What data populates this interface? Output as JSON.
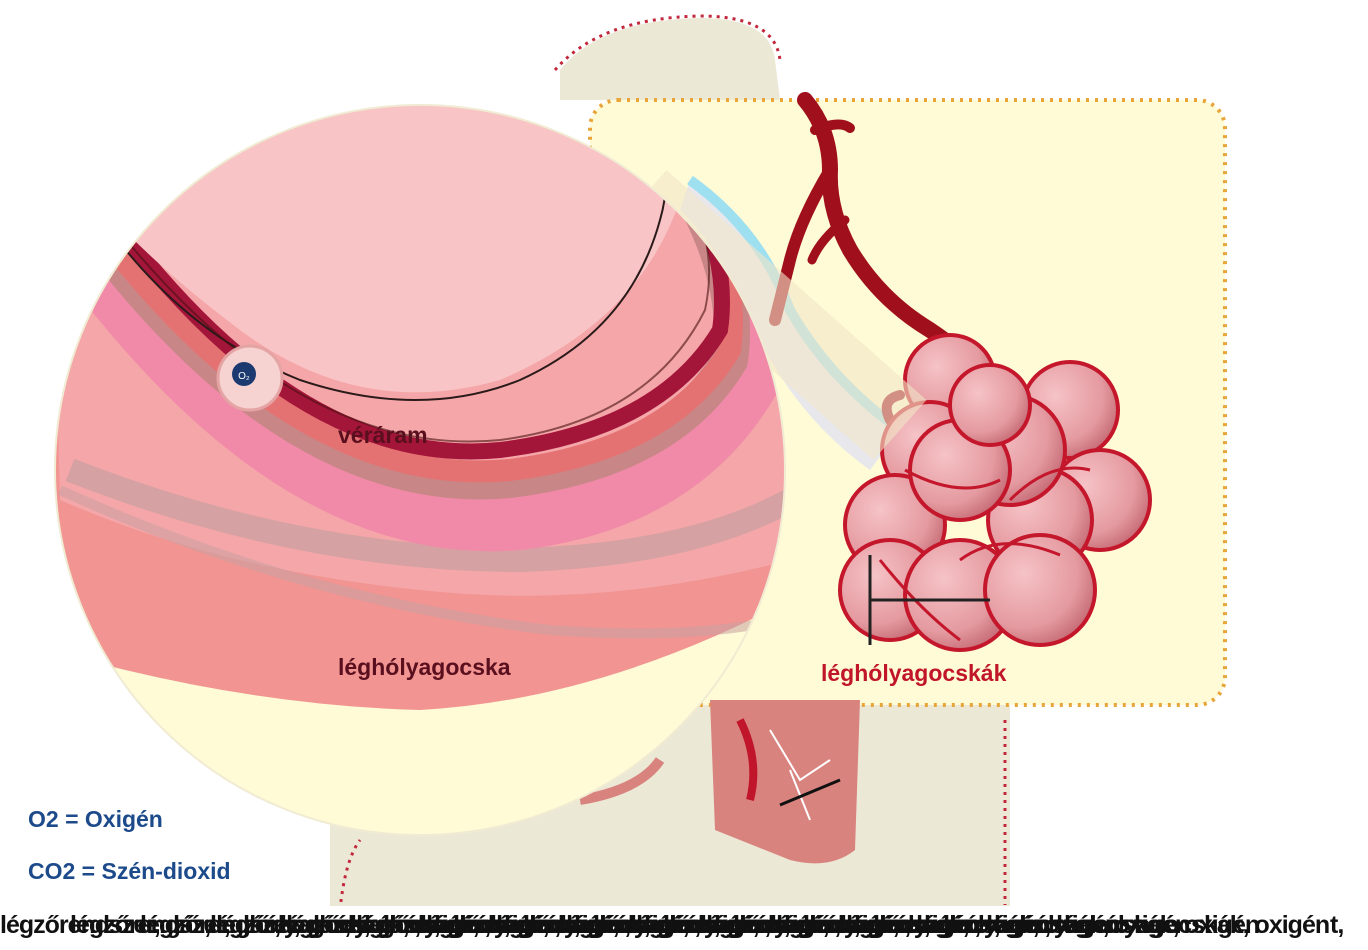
{
  "labels": {
    "blood_stream": "véráram",
    "alveolus": "léghólyagocska",
    "alveoli": "léghólyagocskák",
    "oxygen_molecule": "O₂"
  },
  "legend": {
    "oxygen": "O2 = Oxigén",
    "carbon_dioxide": "CO2 = Szén-dioxid"
  },
  "caption": {
    "overlapping_text": "légzőrendszer, gáz, léghólyagocskák, oxigén",
    "trailing_text": "t,"
  },
  "colors": {
    "legend_text": "#1c4a8a",
    "alveoli_label": "#c0152b",
    "blood_label": "#5a0f1e",
    "artery": "#a0101c",
    "background_panel": "#fffbd6"
  }
}
